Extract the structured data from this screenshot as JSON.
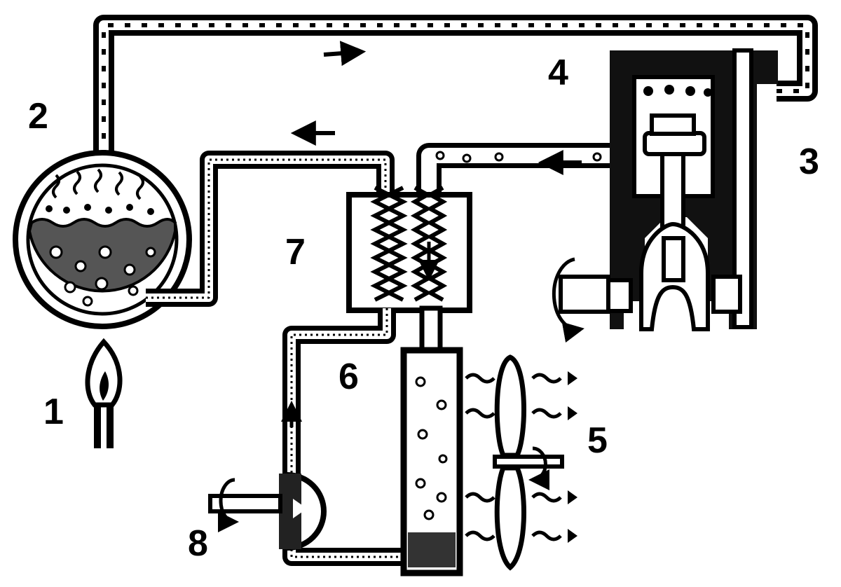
{
  "labels": {
    "n1": "1",
    "n2": "2",
    "n3": "3",
    "n4": "4",
    "n5": "5",
    "n6": "6",
    "n7": "7",
    "n8": "8"
  },
  "colors": {
    "ink": "#000000",
    "paper": "#ffffff"
  },
  "icons": [
    "flame-icon",
    "boiler-icon",
    "engine-icon",
    "fan-icon",
    "pump-icon",
    "heat-exchanger-icon",
    "condenser-icon",
    "flow-arrow-icon",
    "rotation-arrow-icon",
    "heat-wave-icon"
  ]
}
